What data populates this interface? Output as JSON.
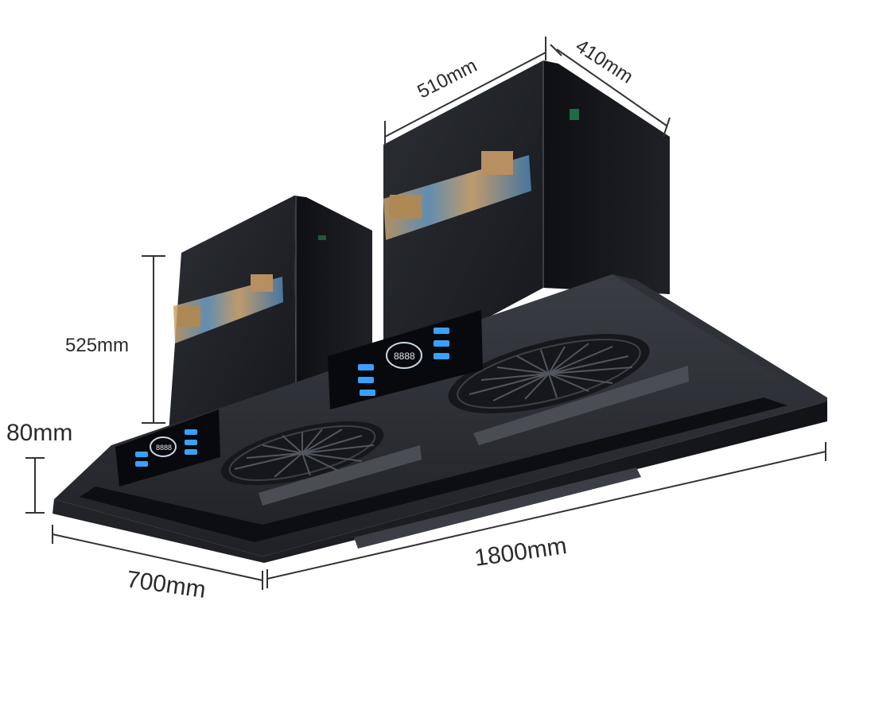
{
  "dimensions": {
    "top_width": "510mm",
    "top_depth": "410mm",
    "box_height": "525mm",
    "panel_thickness": "80mm",
    "hood_depth": "700mm",
    "hood_length": "1800mm"
  },
  "panels": {
    "left_display": "8888",
    "right_display": "8888"
  },
  "colors": {
    "hood_body": "#1b1d21",
    "hood_top": "#2a2d33",
    "control_panel": "#07090d",
    "button_glow": "#3aa0ff",
    "dimension_line": "#333333"
  }
}
